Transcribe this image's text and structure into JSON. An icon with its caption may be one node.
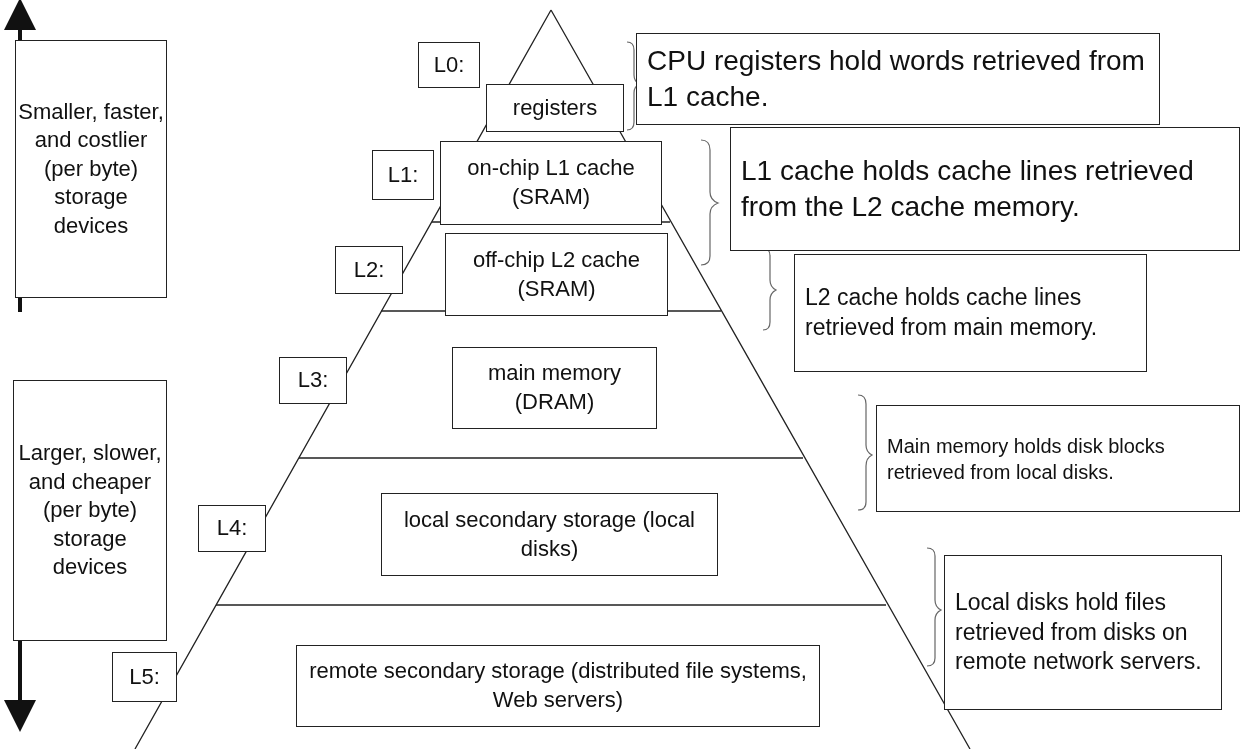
{
  "diagram": {
    "nodes": [
      {
        "text": [
          "Smaller, faster, and costlier (per byte) storage devices"
        ]
      },
      {
        "text": [
          "Larger, slower, and cheaper (per byte) storage devices"
        ]
      },
      {
        "text": [
          "L0:"
        ]
      },
      {
        "text": [
          "registers"
        ]
      },
      {
        "text": [
          "CPU registers hold words retrieved from L1 cache."
        ]
      },
      {
        "text": [
          "L1:"
        ]
      },
      {
        "text": [
          "on-chip L1 cache (SRAM)"
        ]
      },
      {
        "text": [
          "L1 cache holds cache lines retrieved from the L2 cache memory."
        ]
      },
      {
        "text": [
          "L2:"
        ]
      },
      {
        "text": [
          "off-chip L2 cache (SRAM)"
        ]
      },
      {
        "text": [
          "L2 cache holds cache lines retrieved from main memory."
        ]
      },
      {
        "text": [
          "L3:"
        ]
      },
      {
        "text": [
          "main memory (DRAM)"
        ]
      },
      {
        "text": [
          "Main memory holds disk blocks retrieved from local disks."
        ]
      },
      {
        "text": [
          "L4:"
        ]
      },
      {
        "text": [
          "local secondary storage (local disks)"
        ]
      },
      {
        "text": [
          "Local disks hold files retrieved from disks on remote network servers."
        ]
      },
      {
        "text": [
          "L5:"
        ]
      },
      {
        "text": [
          "remote secondary storage (distributed file systems, Web servers)"
        ]
      }
    ]
  }
}
